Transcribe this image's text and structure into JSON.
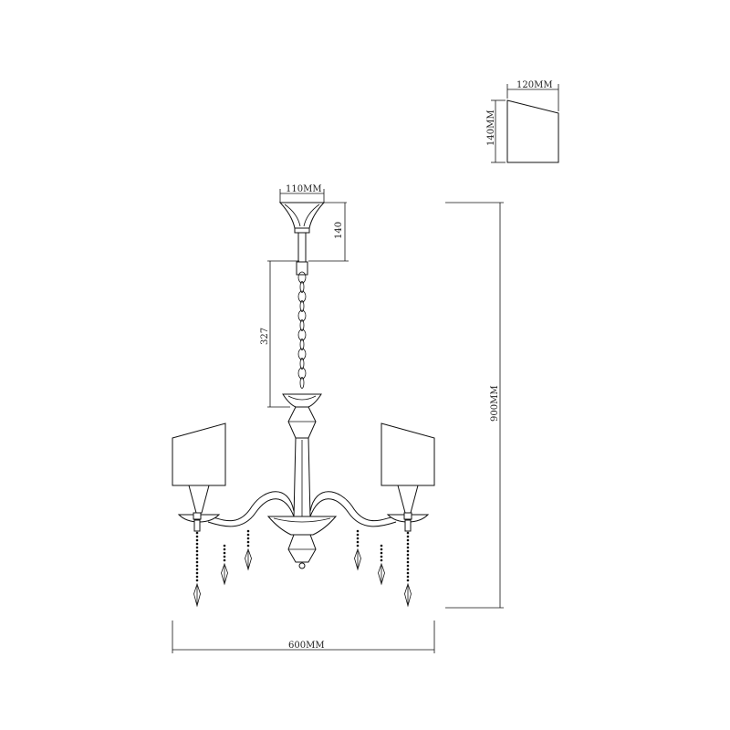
{
  "dimensions": {
    "shade_width": "120MM",
    "shade_height": "140MM",
    "canopy_width": "110MM",
    "canopy_height": "140",
    "chain_length": "327",
    "total_height": "900MM",
    "total_width": "600MM"
  },
  "colors": {
    "line": "#111111",
    "background": "#ffffff"
  }
}
